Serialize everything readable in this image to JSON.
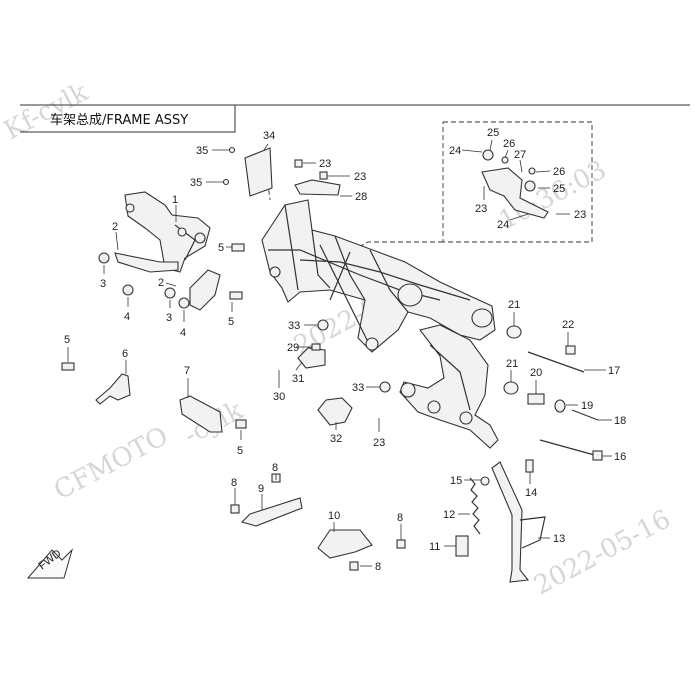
{
  "title": "车架总成/FRAME ASSY",
  "watermarks": [
    "CFMOTO",
    "-cylk",
    "2022-05-16",
    "10:36:03",
    "Kf-cylk",
    "2022-05-16"
  ],
  "fwd_label": "FWD",
  "callouts": [
    "1",
    "2",
    "2",
    "3",
    "3",
    "4",
    "4",
    "5",
    "5",
    "5",
    "5",
    "6",
    "7",
    "8",
    "8",
    "8",
    "8",
    "9",
    "10",
    "11",
    "12",
    "13",
    "14",
    "15",
    "16",
    "17",
    "18",
    "19",
    "20",
    "21",
    "21",
    "22",
    "23",
    "23",
    "23",
    "23",
    "23",
    "24",
    "24",
    "25",
    "25",
    "26",
    "26",
    "27",
    "28",
    "29",
    "30",
    "31",
    "32",
    "33",
    "33",
    "34",
    "35",
    "35"
  ]
}
